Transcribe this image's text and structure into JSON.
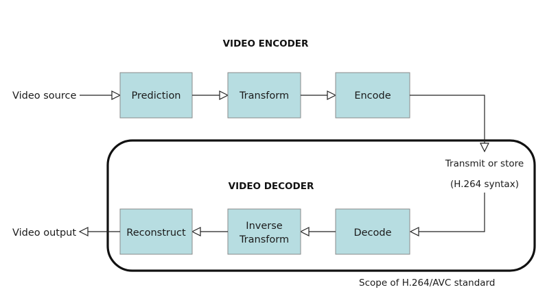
{
  "encoder": {
    "title": "VIDEO ENCODER",
    "input_label": "Video source",
    "blocks": [
      "Prediction",
      "Transform",
      "Encode"
    ]
  },
  "channel": {
    "line1": "Transmit or store",
    "line2": "(H.264 syntax)"
  },
  "decoder": {
    "title": "VIDEO DECODER",
    "output_label": "Video output",
    "blocks": {
      "decode": "Decode",
      "inverse_transform_line1": "Inverse",
      "inverse_transform_line2": "Transform",
      "reconstruct": "Reconstruct"
    }
  },
  "scope_caption": "Scope of H.264/AVC standard",
  "colors": {
    "block_fill": "#b7dde1",
    "block_border": "#8a8a8a",
    "line": "#222222"
  }
}
